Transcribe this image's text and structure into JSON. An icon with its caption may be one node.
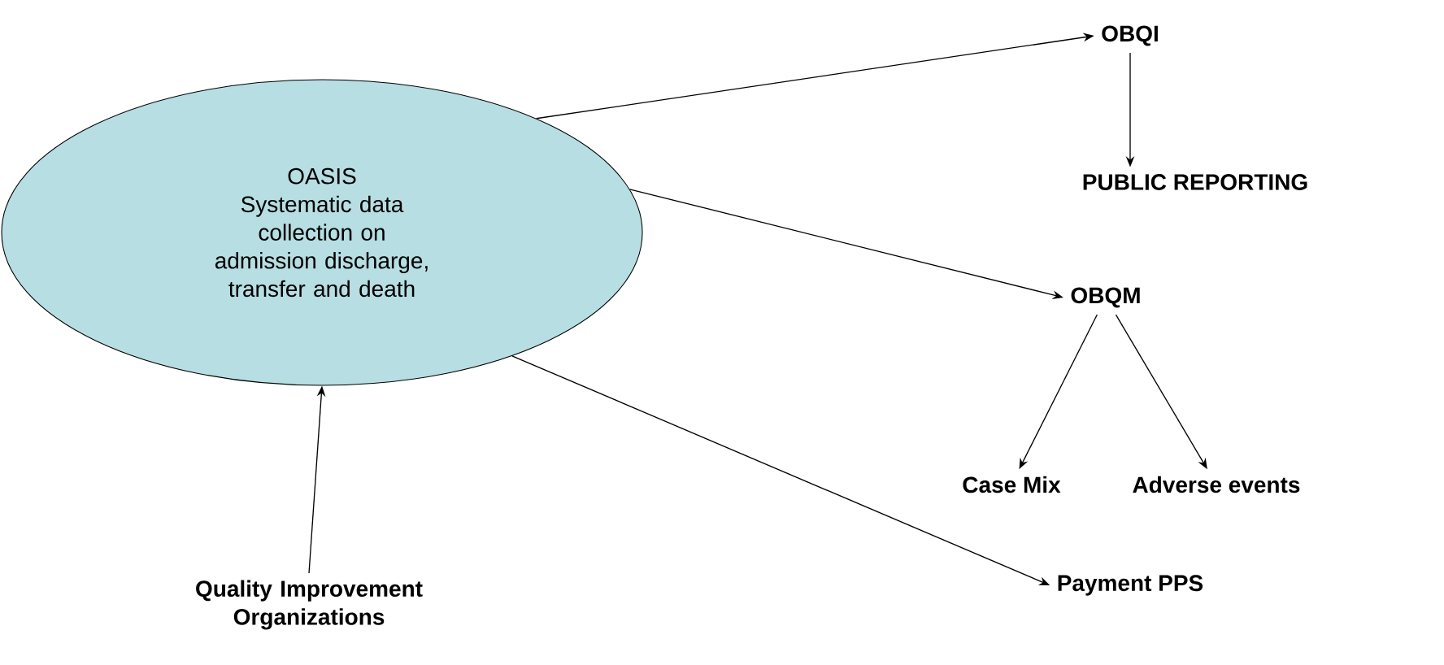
{
  "diagram": {
    "nodes": [
      {
        "text": [
          "OASIS",
          "Systematic data collection on admission discharge, transfer and death"
        ]
      },
      {
        "text": [
          "OBQI"
        ]
      },
      {
        "text": [
          "PUBLIC REPORTING"
        ]
      },
      {
        "text": [
          "OBQM"
        ]
      },
      {
        "text": [
          "Case Mix"
        ]
      },
      {
        "text": [
          "Adverse events"
        ]
      },
      {
        "text": [
          "Payment PPS"
        ]
      },
      {
        "text": [
          "Quality Improvement Organizations"
        ]
      }
    ],
    "edges": [
      {
        "from": 0,
        "to": 1,
        "arrow": "to"
      },
      {
        "from": 1,
        "to": 2,
        "arrow": "to"
      },
      {
        "from": 0,
        "to": 3,
        "arrow": "to"
      },
      {
        "from": 3,
        "to": 4,
        "arrow": "to"
      },
      {
        "from": 3,
        "to": 5,
        "arrow": "to"
      },
      {
        "from": 0,
        "to": 6,
        "arrow": "to"
      },
      {
        "from": 7,
        "to": 0,
        "arrow": "to"
      }
    ]
  }
}
